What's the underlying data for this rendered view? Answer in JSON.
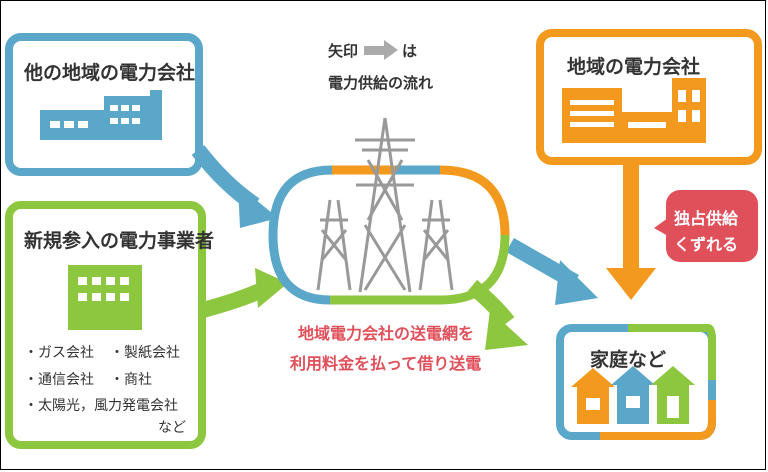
{
  "legend": {
    "arrow_label": "矢印",
    "suffix": "は",
    "line2": "電力供給の流れ"
  },
  "boxes": {
    "other_region": {
      "title": "他の地域の電力会社"
    },
    "local": {
      "title": "地域の電力会社"
    },
    "new_entrants": {
      "title": "新規参入の電力事業者",
      "list": [
        "・ガス会社",
        "・製紙会社",
        "・通信会社",
        "・商社",
        "・太陽光，風力発電会社",
        "など"
      ]
    },
    "home": {
      "title": "家庭など"
    }
  },
  "badge": {
    "line1": "独占供給",
    "line2": "くずれる"
  },
  "center_note": {
    "line1": "地域電力会社の送電網を",
    "line2": "利用料金を払って借り送電"
  },
  "colors": {
    "blue": "#5aa7c9",
    "orange": "#f39a1e",
    "green": "#8dc63f",
    "red": "#e0505a",
    "gray": "#aaaaaa"
  }
}
